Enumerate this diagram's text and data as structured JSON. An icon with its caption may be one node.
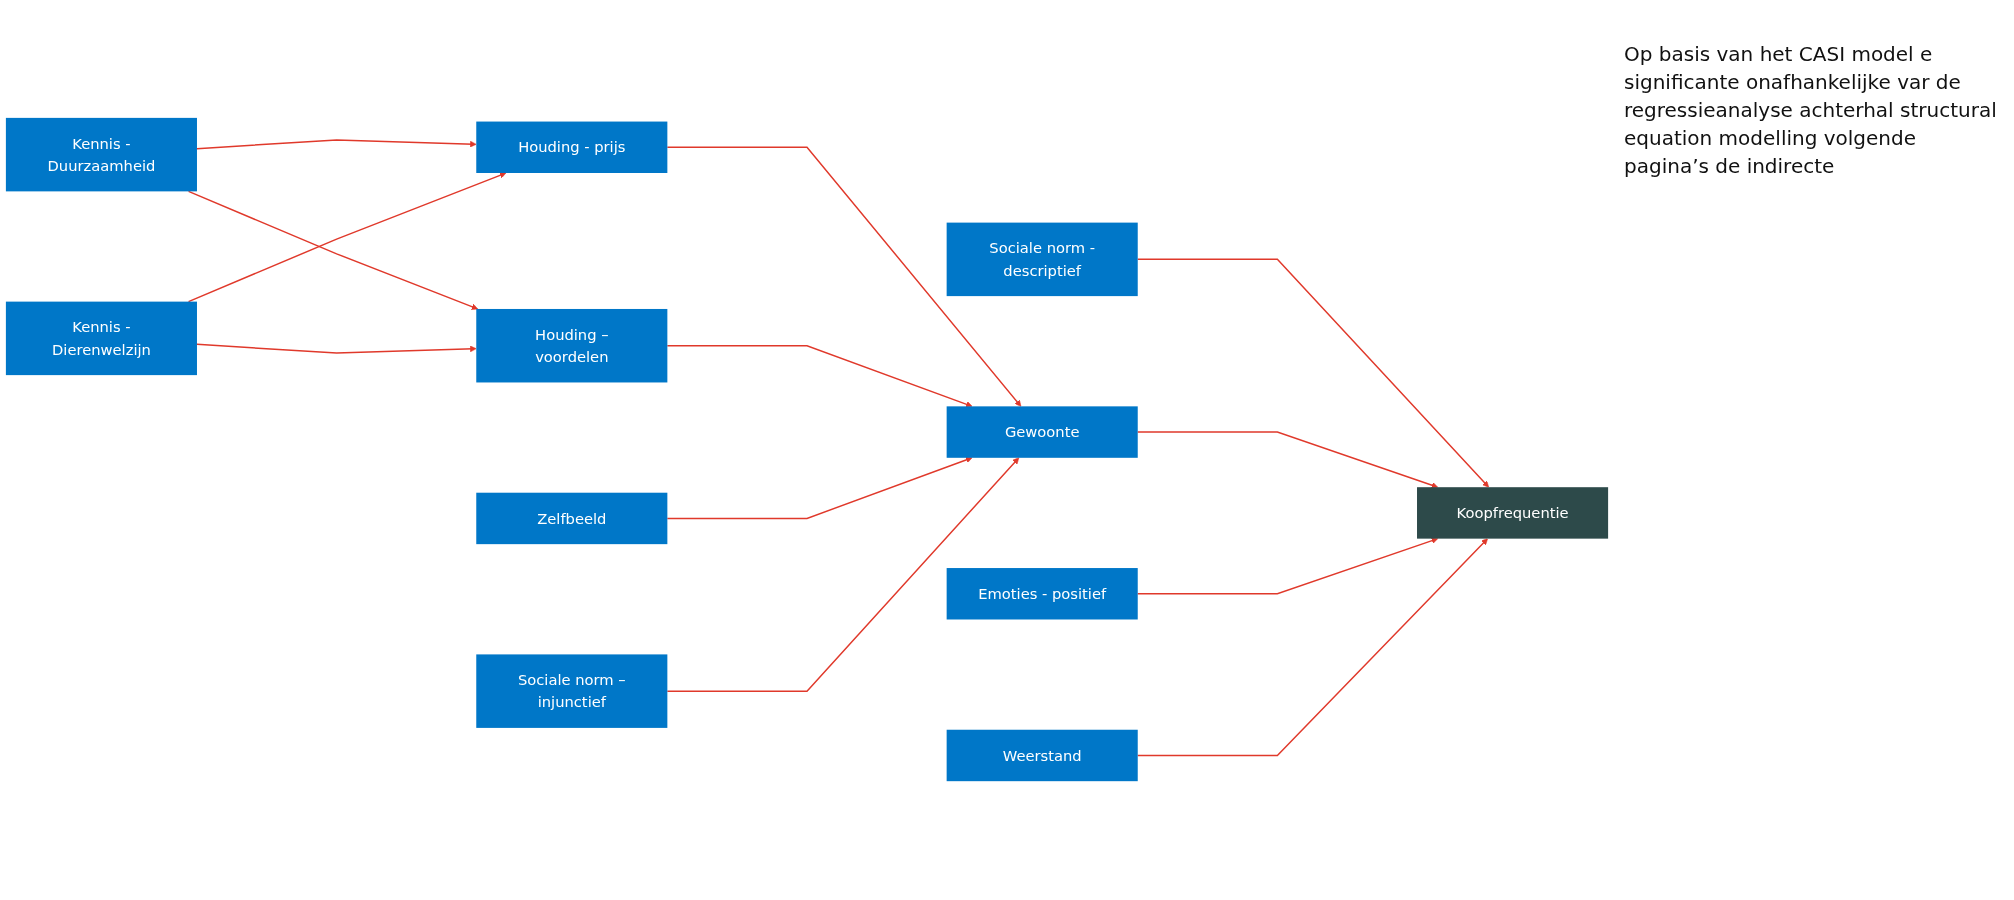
{
  "diagram": {
    "nodes": [
      {
        "text": [
          "Kennis - Duurzaamheid"
        ]
      },
      {
        "text": [
          "Kennis - Dierenwelzijn"
        ]
      },
      {
        "text": [
          "Houding - prijs"
        ]
      },
      {
        "text": [
          "Houding – voordelen"
        ]
      },
      {
        "text": [
          "Zelfbeeld"
        ]
      },
      {
        "text": [
          "Sociale norm – injunctief"
        ]
      },
      {
        "text": [
          "Sociale norm - descriptief"
        ]
      },
      {
        "text": [
          "Gewoonte"
        ]
      },
      {
        "text": [
          "Emoties - positief"
        ]
      },
      {
        "text": [
          "Weerstand"
        ]
      },
      {
        "text": [
          "Koopfrequentie"
        ]
      }
    ],
    "edges": [
      {
        "from": 0,
        "to": 2,
        "arrow": "to"
      },
      {
        "from": 0,
        "to": 3,
        "arrow": "to"
      },
      {
        "from": 1,
        "to": 2,
        "arrow": "to"
      },
      {
        "from": 1,
        "to": 3,
        "arrow": "to"
      },
      {
        "from": 2,
        "to": 7,
        "arrow": "to"
      },
      {
        "from": 3,
        "to": 7,
        "arrow": "to"
      },
      {
        "from": 4,
        "to": 7,
        "arrow": "to"
      },
      {
        "from": 5,
        "to": 7,
        "arrow": "to"
      },
      {
        "from": 6,
        "to": 10,
        "arrow": "to"
      },
      {
        "from": 7,
        "to": 10,
        "arrow": "to"
      },
      {
        "from": 8,
        "to": 10,
        "arrow": "to"
      },
      {
        "from": 9,
        "to": 10,
        "arrow": "to"
      }
    ],
    "labels": [
      "Op basis van het CASI model e significante onafhankelijke var de regressieanalyse achterhal structural equation modelling volgende pagina’s de indirecte"
    ]
  }
}
